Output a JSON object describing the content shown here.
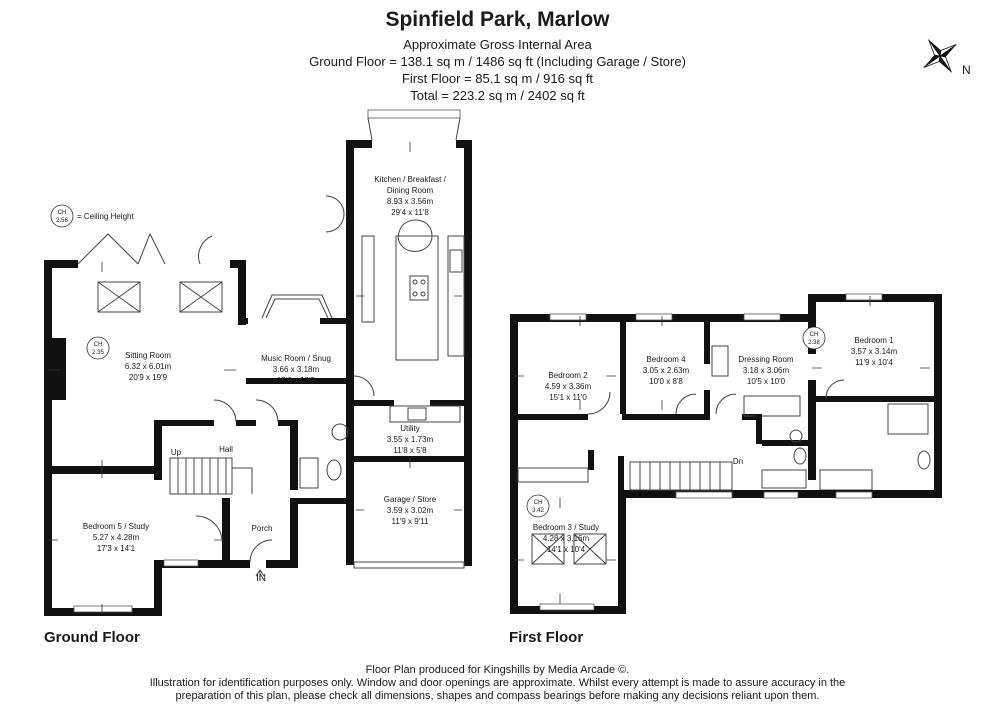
{
  "header": {
    "title": "Spinfield Park, Marlow",
    "subtitle": "Approximate Gross Internal Area",
    "area_lines": [
      "Ground Floor = 138.1 sq m / 1486 sq ft (Including Garage / Store)",
      "First Floor = 85.1 sq m / 916 sq ft",
      "Total = 223.2 sq m / 2402 sq ft"
    ]
  },
  "compass": {
    "icon": "compass-rose-icon",
    "label": "N"
  },
  "legend": {
    "badge_top": "CH",
    "badge_bottom": "2.56",
    "text": "= Ceiling Height"
  },
  "ground_floor": {
    "label": "Ground Floor",
    "entrance_label": "IN",
    "rooms": {
      "kitchen": {
        "name_1": "Kitchen / Breakfast /",
        "name_2": "Dining Room",
        "metric": "8.93 x 3.56m",
        "imperial": "29'4 x 11'8"
      },
      "sitting": {
        "name": "Sitting Room",
        "metric": "6.32 x 6.01m",
        "imperial": "20'9 x 19'9",
        "ch_top": "CH",
        "ch_value": "2.35"
      },
      "music": {
        "name": "Music Room / Snug",
        "metric": "3.66 x 3.18m",
        "imperial": "12'0 x 10'5"
      },
      "utility": {
        "name": "Utility",
        "metric": "3.55 x 1.73m",
        "imperial": "11'8 x 5'8"
      },
      "hall": {
        "name": "Hall",
        "up": "Up"
      },
      "garage": {
        "name": "Garage / Store",
        "metric": "3.59 x 3.02m",
        "imperial": "11'9 x 9'11"
      },
      "bedroom5": {
        "name": "Bedroom 5 / Study",
        "metric": "5.27 x 4.28m",
        "imperial": "17'3 x 14'1"
      },
      "porch": {
        "name": "Porch"
      }
    }
  },
  "first_floor": {
    "label": "First Floor",
    "rooms": {
      "bedroom2": {
        "name": "Bedroom 2",
        "metric": "4.59 x 3.36m",
        "imperial": "15'1 x 11'0"
      },
      "bedroom4": {
        "name": "Bedroom 4",
        "metric": "3.05 x 2.63m",
        "imperial": "10'0 x 8'8"
      },
      "dressing": {
        "name": "Dressing Room",
        "metric": "3.18 x 3.06m",
        "imperial": "10'5 x 10'0",
        "ch_top": "CH",
        "ch_value": "2.38"
      },
      "bedroom1": {
        "name": "Bedroom 1",
        "metric": "3.57 x 3.14m",
        "imperial": "11'9 x 10'4"
      },
      "bedroom3": {
        "name": "Bedroom 3 / Study",
        "metric": "4.28 x 3.16m",
        "imperial": "14'1 x 10'4",
        "ch_top": "CH",
        "ch_value": "3.42"
      },
      "landing": {
        "down": "Dn"
      }
    }
  },
  "footer": {
    "line1": "Floor Plan produced for Kingshills by Media Arcade ©.",
    "line2": "Illustration for identification purposes only. Window and door openings are approximate. Whilst every attempt is made to assure accuracy in the",
    "line3": "preparation of this plan, please check all dimensions, shapes and compass bearings before making any decisions reliant upon them."
  }
}
